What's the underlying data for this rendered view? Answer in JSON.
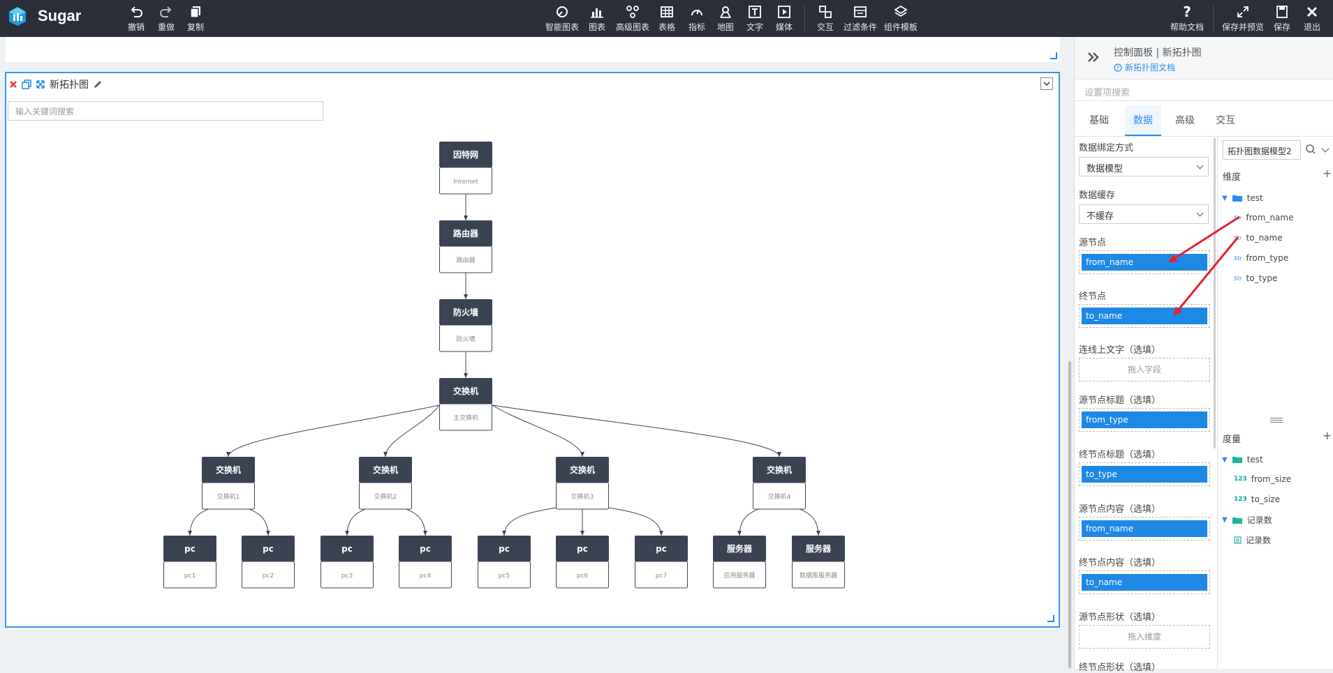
{
  "app": {
    "name": "Sugar"
  },
  "toolbar_left": [
    {
      "key": "undo",
      "label": "撤销",
      "icon": "undo-icon"
    },
    {
      "key": "redo",
      "label": "重做",
      "icon": "redo-icon"
    },
    {
      "key": "copy",
      "label": "复制",
      "icon": "copy-icon"
    }
  ],
  "toolbar_center": [
    {
      "key": "smart_chart",
      "label": "智能图表",
      "icon": "smart-chart-icon"
    },
    {
      "key": "chart",
      "label": "图表",
      "icon": "bar-chart-icon"
    },
    {
      "key": "adv_chart",
      "label": "高级图表",
      "icon": "advanced-chart-icon"
    },
    {
      "key": "table",
      "label": "表格",
      "icon": "table-icon"
    },
    {
      "key": "indicator",
      "label": "指标",
      "icon": "gauge-icon"
    },
    {
      "key": "map",
      "label": "地图",
      "icon": "map-pin-icon"
    },
    {
      "key": "text",
      "label": "文字",
      "icon": "text-icon"
    },
    {
      "key": "media",
      "label": "媒体",
      "icon": "media-play-icon"
    },
    {
      "key": "interaction",
      "label": "交互",
      "icon": "interaction-icon"
    },
    {
      "key": "filter",
      "label": "过滤条件",
      "icon": "filter-icon"
    },
    {
      "key": "template",
      "label": "组件模板",
      "icon": "component-template-icon"
    }
  ],
  "toolbar_right": [
    {
      "key": "help",
      "label": "帮助文档",
      "icon": "help-icon"
    },
    {
      "key": "save_preview",
      "label": "保存并预览",
      "icon": "expand-icon"
    },
    {
      "key": "save",
      "label": "保存",
      "icon": "save-icon"
    },
    {
      "key": "exit",
      "label": "退出",
      "icon": "close-icon"
    }
  ],
  "panel": {
    "title": "新拓扑图",
    "search_placeholder": "输入关键词搜索"
  },
  "topology": {
    "nodes": [
      {
        "id": "internet",
        "title": "因特网",
        "sub": "Internet"
      },
      {
        "id": "router",
        "title": "路由器",
        "sub": "路由器"
      },
      {
        "id": "firewall",
        "title": "防火墙",
        "sub": "防火墙"
      },
      {
        "id": "core",
        "title": "交换机",
        "sub": "主交换机"
      },
      {
        "id": "sw1",
        "title": "交换机",
        "sub": "交换机1"
      },
      {
        "id": "sw2",
        "title": "交换机",
        "sub": "交换机2"
      },
      {
        "id": "sw3",
        "title": "交换机",
        "sub": "交换机3"
      },
      {
        "id": "sw4",
        "title": "交换机",
        "sub": "交换机4"
      },
      {
        "id": "pc1",
        "title": "pc",
        "sub": "pc1"
      },
      {
        "id": "pc2",
        "title": "pc",
        "sub": "pc2"
      },
      {
        "id": "pc3",
        "title": "pc",
        "sub": "pc3"
      },
      {
        "id": "pc4",
        "title": "pc",
        "sub": "pc4"
      },
      {
        "id": "pc5",
        "title": "pc",
        "sub": "pc5"
      },
      {
        "id": "pc6",
        "title": "pc",
        "sub": "pc6"
      },
      {
        "id": "pc7",
        "title": "pc",
        "sub": "pc7"
      },
      {
        "id": "app_server",
        "title": "服务器",
        "sub": "应用服务器"
      },
      {
        "id": "db_server",
        "title": "服务器",
        "sub": "数据库服务器"
      }
    ],
    "edges": [
      [
        "internet",
        "router"
      ],
      [
        "router",
        "firewall"
      ],
      [
        "firewall",
        "core"
      ],
      [
        "core",
        "sw1"
      ],
      [
        "core",
        "sw2"
      ],
      [
        "core",
        "sw3"
      ],
      [
        "core",
        "sw4"
      ],
      [
        "sw1",
        "pc1"
      ],
      [
        "sw1",
        "pc2"
      ],
      [
        "sw2",
        "pc3"
      ],
      [
        "sw2",
        "pc4"
      ],
      [
        "sw3",
        "pc5"
      ],
      [
        "sw3",
        "pc6"
      ],
      [
        "sw3",
        "pc7"
      ],
      [
        "sw4",
        "app_server"
      ],
      [
        "sw4",
        "db_server"
      ]
    ]
  },
  "right_panel": {
    "breadcrumb": "控制面板 | 新拓扑图",
    "doc_link": "新拓扑图文档",
    "search_placeholder": "设置项搜索",
    "tabs": [
      "基础",
      "数据",
      "高级",
      "交互"
    ],
    "active_tab": "数据",
    "binding_label": "数据绑定方式",
    "binding_value": "数据模型",
    "cache_label": "数据缓存",
    "cache_value": "不缓存",
    "source_label": "源节点",
    "source_value": "from_name",
    "target_label": "终节点",
    "target_value": "to_name",
    "edge_text_label": "连线上文字（选填）",
    "edge_text_placeholder": "拖入字段",
    "source_title_label": "源节点标题（选填）",
    "source_title_value": "from_type",
    "target_title_label": "终节点标题（选填）",
    "target_title_value": "to_type",
    "source_content_label": "源节点内容（选填）",
    "source_content_value": "from_name",
    "target_content_label": "终节点内容（选填）",
    "target_content_value": "to_name",
    "source_shape_label": "源节点形状（选填）",
    "source_shape_placeholder": "拖入维度",
    "target_shape_label": "终节点形状（选填）",
    "model_select": "拓扑图数据模型2",
    "dimension_label": "维度",
    "dimension_folder": "test",
    "dimension_fields": [
      {
        "type": "Str",
        "name": "from_name"
      },
      {
        "type": "Str",
        "name": "to_name"
      },
      {
        "type": "Str",
        "name": "from_type"
      },
      {
        "type": "Str",
        "name": "to_type"
      }
    ],
    "measure_label": "度量",
    "measure_folder": "test",
    "measure_fields": [
      {
        "type": "123",
        "name": "from_size"
      },
      {
        "type": "123",
        "name": "to_size"
      }
    ],
    "record_folder": "记录数",
    "record_field": "记录数"
  },
  "colors": {
    "topbar": "#2a2f3a",
    "accent": "#1e88e5",
    "node_head": "#3b4353",
    "arrow": "#e8202a"
  }
}
